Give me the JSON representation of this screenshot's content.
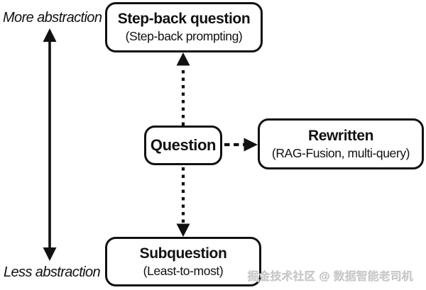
{
  "diagram": {
    "axis": {
      "more_label": "More abstraction",
      "less_label": "Less abstraction"
    },
    "nodes": {
      "step_back": {
        "title": "Step-back question",
        "subtitle": "(Step-back prompting)"
      },
      "question": {
        "title": "Question"
      },
      "rewritten": {
        "title": "Rewritten",
        "subtitle": "(RAG-Fusion, multi-query)"
      },
      "subquestion": {
        "title": "Subquestion",
        "subtitle": "(Least-to-most)"
      }
    }
  },
  "watermark": {
    "text": "掘金技术社区 @ 数据智能老司机"
  },
  "colors": {
    "line": "#111111",
    "box_border": "#111111",
    "background": "#ffffff",
    "watermark": "#c9c9c9"
  }
}
